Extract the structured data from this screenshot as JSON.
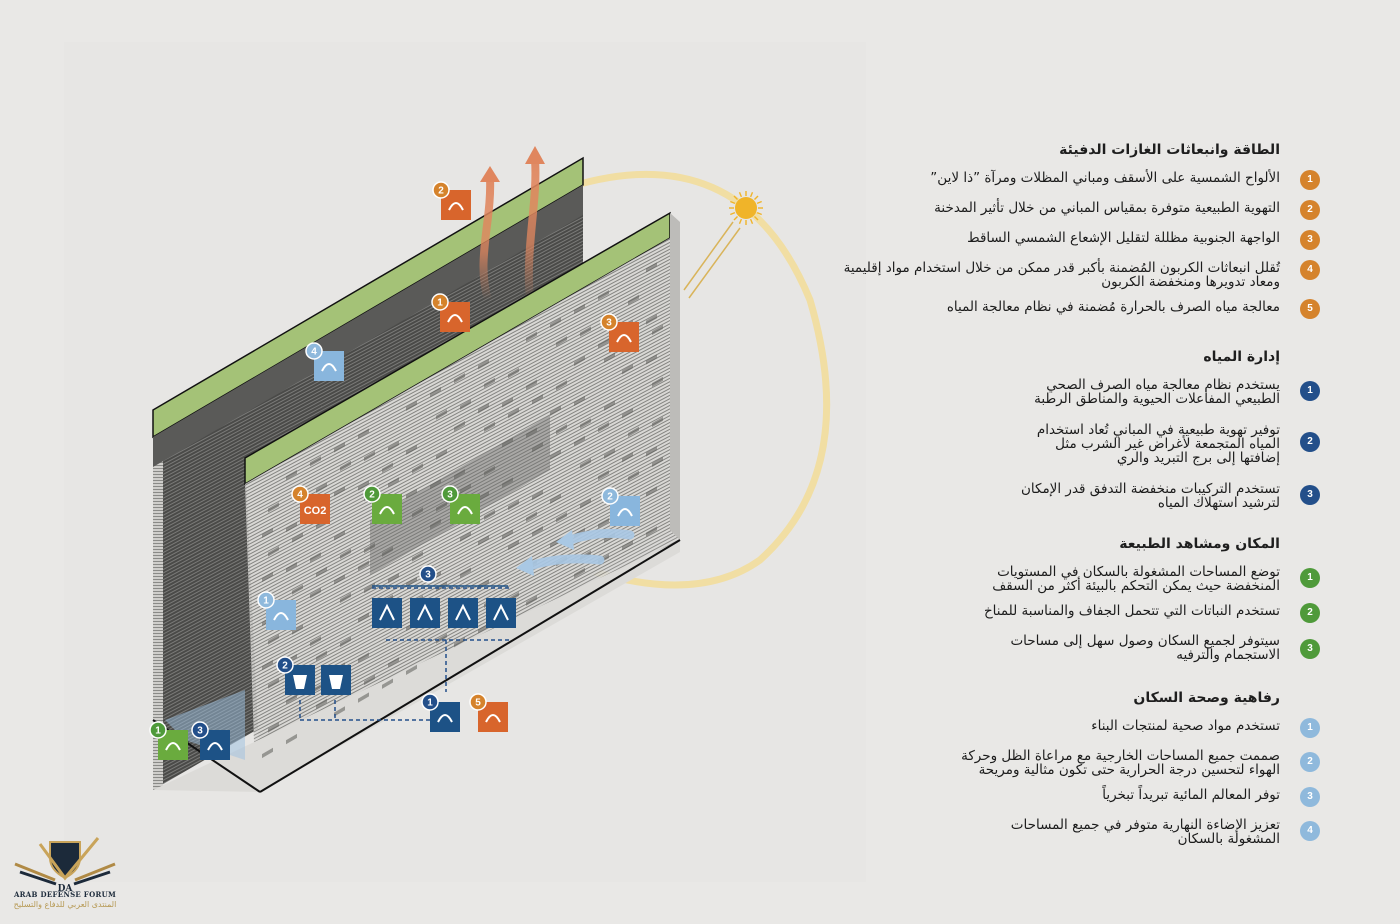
{
  "colors": {
    "energy": "#d5832c",
    "water": "#234f8a",
    "nature": "#4f9a3a",
    "wellbeing": "#8fb9dc",
    "roof_green": "#a4c277",
    "sun": "#f0b429",
    "sun_path": "#f1dea3",
    "icon_orange": "#d8652c",
    "icon_navy": "#1d5286",
    "icon_green": "#6aab3e",
    "icon_sky": "#89b6dd",
    "background": "#e9e8e6"
  },
  "legend": {
    "sections": [
      {
        "id": "energy",
        "title": "الطاقة وانبعاثات الغازات الدفيئة",
        "items": [
          {
            "num": "1",
            "text": "الألواح الشمسية على الأسقف ومباني المظلات ومرآة ”ذا لاين”"
          },
          {
            "num": "2",
            "text": "التهوية الطبيعية متوفرة بمقياس المباني من خلال تأثير المدخنة"
          },
          {
            "num": "3",
            "text": "الواجهة الجنوبية مظللة لتقليل الإشعاع الشمسي الساقط"
          },
          {
            "num": "4",
            "text": "تُقلل انبعاثات الكربون المُضمنة بأكبر قدر ممكن من خلال استخدام مواد إقليمية ومعاد تدويرها ومنخفضة الكربون"
          },
          {
            "num": "5",
            "text": "معالجة مياه الصرف بالحرارة مُضمنة في نظام معالجة المياه"
          }
        ]
      },
      {
        "id": "water",
        "title": "إدارة المياه",
        "items": [
          {
            "num": "1",
            "text": "يستخدم نظام معالجة مياه الصرف الصحي الطبيعي المفاعلات الحيوية والمناطق الرطبة"
          },
          {
            "num": "2",
            "text": "توفير تهوية طبيعية في المباني تُعاد استخدام المياه المتجمعة لأغراض غير الشرب مثل إضافتها إلى برج التبريد والري"
          },
          {
            "num": "3",
            "text": "تستخدم التركيبات منخفضة التدفق قدر الإمكان لترشيد استهلاك المياه"
          }
        ]
      },
      {
        "id": "nature",
        "title": "المكان ومشاهد الطبيعة",
        "items": [
          {
            "num": "1",
            "text": "توضع المساحات المشغولة بالسكان في المستويات المنخفضة حيث يمكن التحكم بالبيئة أكثر من السقف"
          },
          {
            "num": "2",
            "text": "تستخدم النباتات التي تتحمل الجفاف والمناسبة للمناخ"
          },
          {
            "num": "3",
            "text": "سيتوفر لجميع السكان وصول سهل إلى مساحات الاستجمام والترفيه"
          }
        ]
      },
      {
        "id": "wellbeing",
        "title": "رفاهية وصحة السكان",
        "items": [
          {
            "num": "1",
            "text": "تستخدم مواد صحية لمنتجات البناء"
          },
          {
            "num": "2",
            "text": "صممت جميع المساحات الخارجية مع مراعاة الظل وحركة الهواء لتحسين درجة الحرارية حتى تكون مثالية ومريحة"
          },
          {
            "num": "3",
            "text": "توفر المعالم المائية تبريداً تبخرياً"
          },
          {
            "num": "4",
            "text": "تعزيز الإضاءة النهارية متوفر في جميع المساحات المشغولة بالسكان"
          }
        ]
      }
    ]
  },
  "diagram": {
    "markers": [
      {
        "id": "energy-2-ventilation",
        "num": "2",
        "group": "energy",
        "icon": "curved-arrow-icon"
      },
      {
        "id": "energy-1-solar",
        "num": "1",
        "group": "energy",
        "icon": "solar-panel-icon"
      },
      {
        "id": "energy-3-shading",
        "num": "3",
        "group": "energy",
        "icon": "facade-shade-icon"
      },
      {
        "id": "energy-4-co2",
        "num": "4",
        "group": "energy",
        "icon": "co2-icon",
        "label": "CO2"
      },
      {
        "id": "energy-5-heat",
        "num": "5",
        "group": "energy",
        "icon": "heat-recovery-icon"
      },
      {
        "id": "wellbeing-4-daylight",
        "num": "4",
        "group": "wellbeing",
        "icon": "daylight-icon"
      },
      {
        "id": "wellbeing-2-air",
        "num": "2",
        "group": "wellbeing",
        "icon": "wind-icon"
      },
      {
        "id": "wellbeing-1-materials",
        "num": "1",
        "group": "wellbeing",
        "icon": "brick-wall-icon"
      },
      {
        "id": "nature-2-plants",
        "num": "2",
        "group": "nature",
        "icon": "plant-icon"
      },
      {
        "id": "nature-3-leaf",
        "num": "3",
        "group": "nature",
        "icon": "leaf-icon"
      },
      {
        "id": "nature-1-grass",
        "num": "1",
        "group": "nature",
        "icon": "grass-icon"
      },
      {
        "id": "water-3-fixtures",
        "num": "3",
        "group": "water",
        "icon": "low-flow-fixtures-icon"
      },
      {
        "id": "water-2-reuse",
        "num": "2",
        "group": "water",
        "icon": "water-reuse-icon"
      },
      {
        "id": "water-1-treatment",
        "num": "1",
        "group": "water",
        "icon": "water-tank-icon"
      },
      {
        "id": "water-3-fountain",
        "num": "3",
        "group": "water",
        "icon": "fountain-icon"
      }
    ]
  },
  "logo": {
    "mark": "DA",
    "name_en": "ARAB DEFENSE FORUM",
    "name_ar": "المنتدى العربي للدفاع والتسليح"
  }
}
